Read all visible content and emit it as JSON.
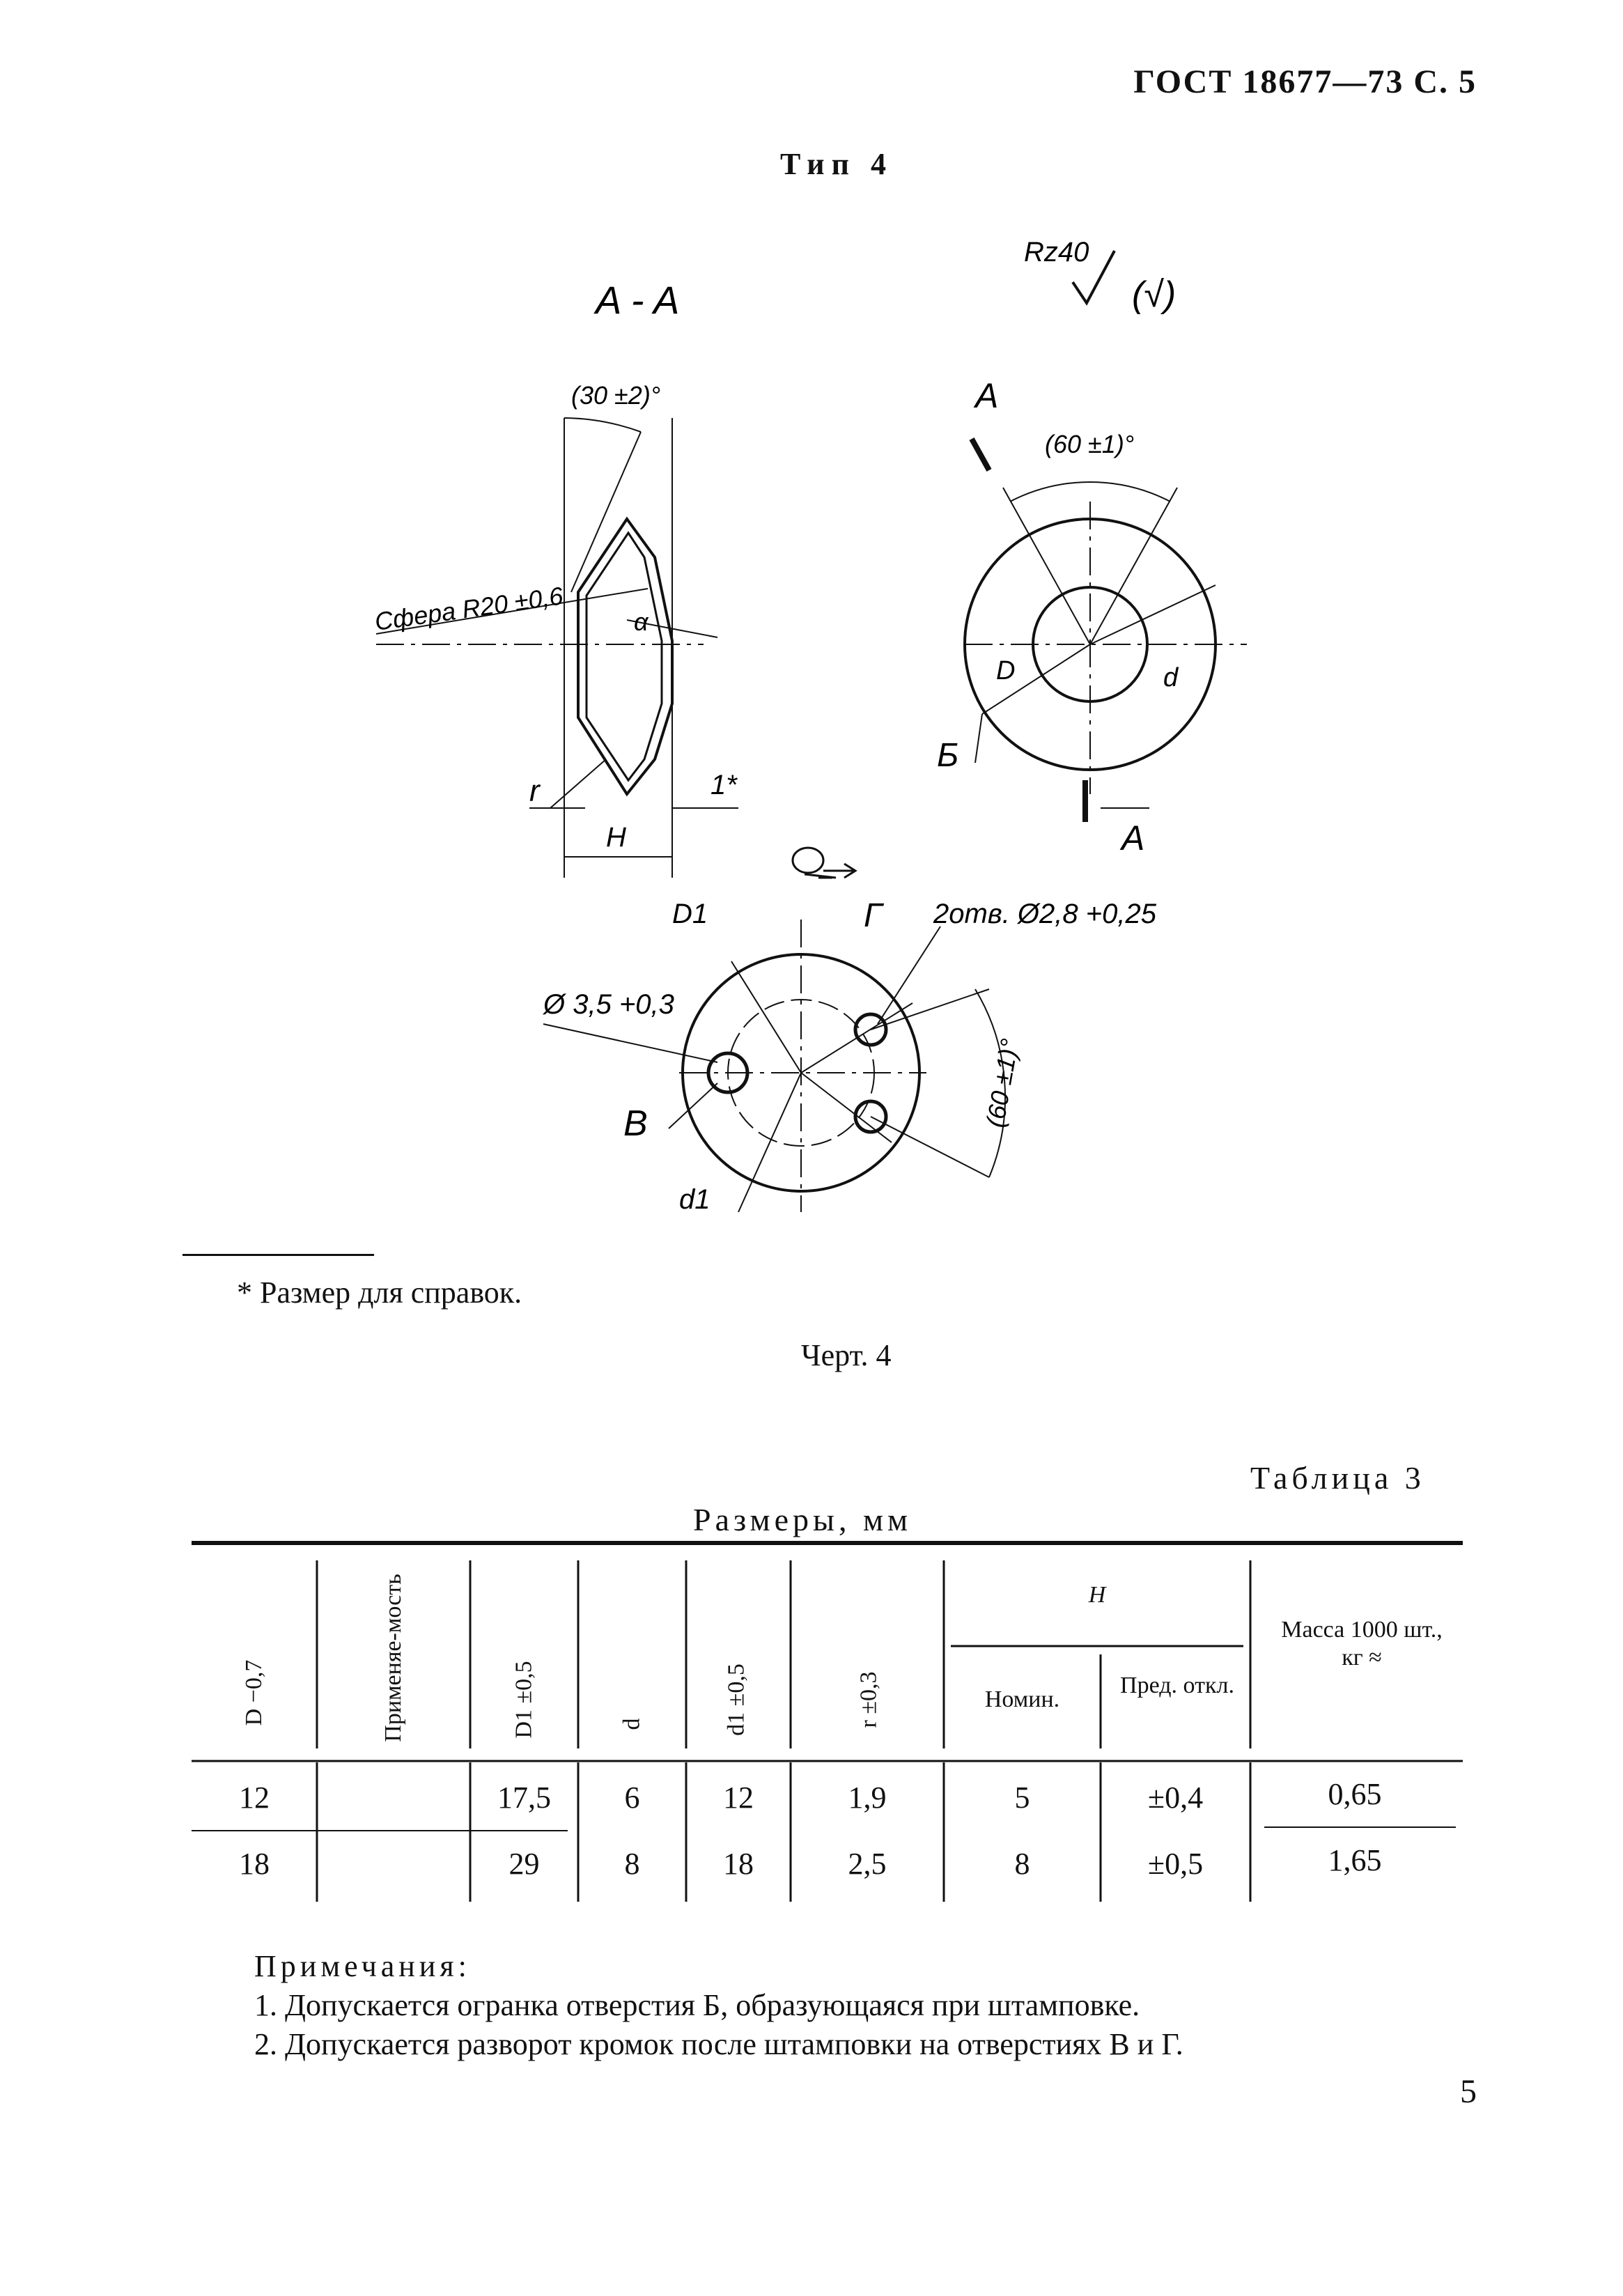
{
  "header": {
    "standard": "ГОСТ 18677—73 С. 5"
  },
  "type_title": "Тип 4",
  "drawing": {
    "section_label": "A - A",
    "roughness": "Rz40",
    "roughness_other": "(√)",
    "angle_30": "(30 ±2)°",
    "sphere": "Сфера R20 ±0,6",
    "alpha": "α",
    "r_label": "r",
    "h_label": "H",
    "one_star": "1*",
    "angle_60_top": "(60 ±1)°",
    "a_label_top": "A",
    "a_label_bottom": "A",
    "d_upper": "D",
    "d_lower": "d",
    "b_label": "Б",
    "view_arrow": "О",
    "d1_upper": "D1",
    "g_label": "Г",
    "holes": "2отв. Ø2,8 +0,25",
    "hole_35": "Ø 3,5 +0,3",
    "v_label": "В",
    "d1_lower": "d1",
    "angle_60_side": "(60 ±1)°"
  },
  "footnote": "* Размер для справок.",
  "figure_caption": "Черт. 4",
  "table": {
    "title": "Таблица 3",
    "units": "Размеры, мм",
    "headers": {
      "D": "D −0,7",
      "applicability": "Применяе-мость",
      "D1": "D1 ±0,5",
      "d": "d",
      "d1": "d1 ±0,5",
      "r": "r ±0,3",
      "H": "H",
      "H_nom": "Номин.",
      "H_dev": "Пред. откл.",
      "mass": "Масса 1000 шт., кг ≈"
    },
    "rows": [
      {
        "D": "12",
        "applicability": "",
        "D1": "17,5",
        "d": "6",
        "d1": "12",
        "r": "1,9",
        "H_nom": "5",
        "H_dev": "±0,4",
        "mass": "0,65"
      },
      {
        "D": "18",
        "applicability": "",
        "D1": "29",
        "d": "8",
        "d1": "18",
        "r": "2,5",
        "H_nom": "8",
        "H_dev": "±0,5",
        "mass": "1,65"
      }
    ]
  },
  "notes": {
    "heading": "Примечания:",
    "items": [
      "1. Допускается огранка отверстия Б, образующаяся при штамповке.",
      "2. Допускается разворот кромок после штамповки на отверстиях В и Г."
    ]
  },
  "page_number": "5"
}
